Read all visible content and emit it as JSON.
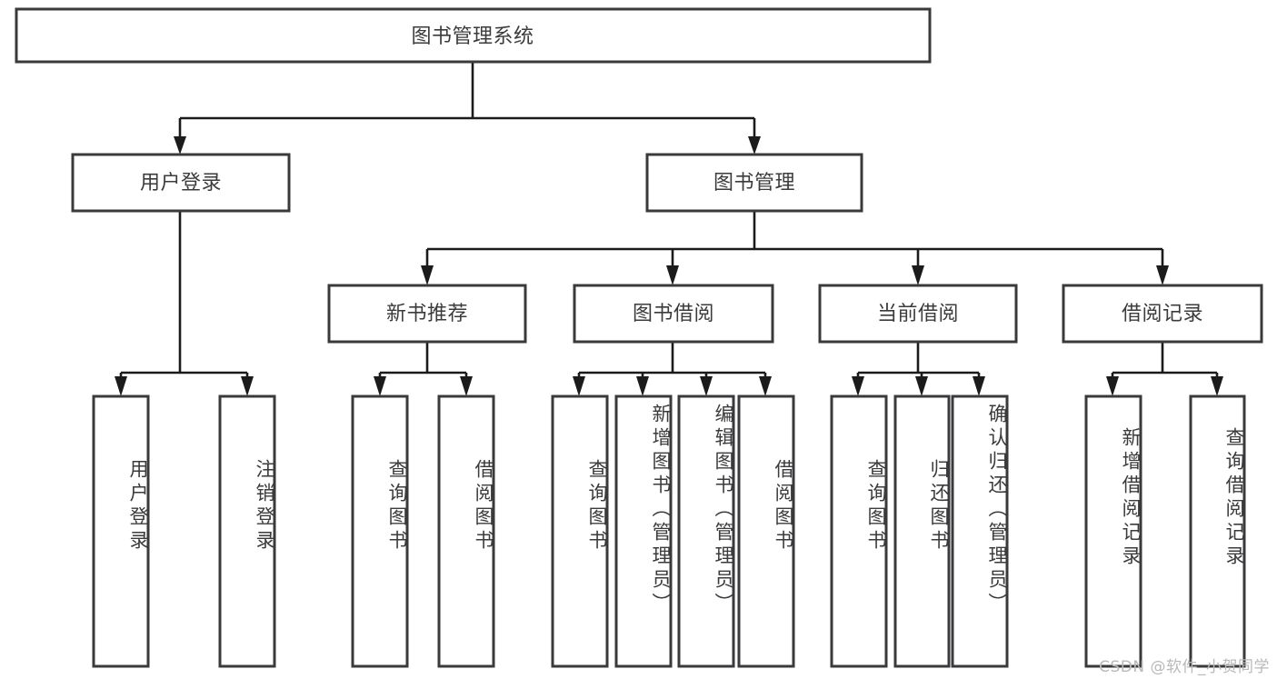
{
  "diagram": {
    "type": "tree-hierarchy",
    "title": "图书管理系统",
    "watermark": "CSDN @软件_小贺同学",
    "colors": {
      "box_border": "#3a3a3c",
      "box_fill": "#ffffff",
      "connector": "#1b1b1b",
      "text": "#3b3b3d",
      "watermark": "#b9b9bb",
      "background": "#ffffff"
    },
    "root": {
      "label": "图书管理系统"
    },
    "level2": [
      {
        "label": "用户登录"
      },
      {
        "label": "图书管理"
      }
    ],
    "level3": [
      {
        "label": "新书推荐"
      },
      {
        "label": "图书借阅"
      },
      {
        "label": "当前借阅"
      },
      {
        "label": "借阅记录"
      }
    ],
    "leaves": {
      "user_login": [
        {
          "label": "用户登录"
        },
        {
          "label": "注销登录"
        }
      ],
      "new_book_rec": [
        {
          "label": "查询图书"
        },
        {
          "label": "借阅图书"
        }
      ],
      "book_borrow": [
        {
          "label": "查询图书"
        },
        {
          "label": "新增图书（管理员）"
        },
        {
          "label": "编辑图书（管理员）"
        },
        {
          "label": "借阅图书"
        }
      ],
      "current_borrow": [
        {
          "label": "查询图书"
        },
        {
          "label": "归还图书"
        },
        {
          "label": "确认归还（管理员）"
        }
      ],
      "borrow_record": [
        {
          "label": "新增借阅记录"
        },
        {
          "label": "查询借阅记录"
        }
      ]
    }
  }
}
